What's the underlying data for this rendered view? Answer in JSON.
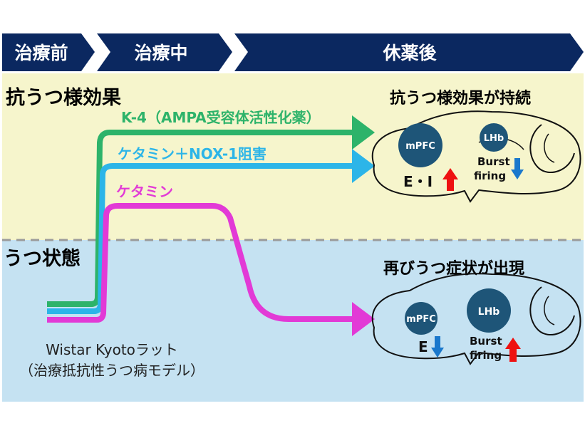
{
  "phases": [
    {
      "label": "治療前"
    },
    {
      "label": "治療中"
    },
    {
      "label": "休薬後"
    }
  ],
  "zones": {
    "antidepressant_label": "抗うつ様効果",
    "depression_label": "うつ状態"
  },
  "pathways": {
    "k4": {
      "label": "K-4（AMPA受容体活性化薬）",
      "color": "#2db36a"
    },
    "ketamine_nox": {
      "label": "ケタミン＋NOX-1阻害",
      "color": "#2cb5e8"
    },
    "ketamine": {
      "label": "ケタミン",
      "color": "#e23ad6"
    }
  },
  "brain_top": {
    "title": "抗うつ様効果が持続",
    "mpfc_label": "mPFC",
    "lhb_label": "LHb",
    "burst_line1": "Burst",
    "burst_line2": "firing",
    "ei_label": "E・I"
  },
  "brain_bottom": {
    "title": "再びうつ症状が出現",
    "mpfc_label": "mPFC",
    "lhb_label": "LHb",
    "burst_line1": "Burst",
    "burst_line2": "firing",
    "e_label": "E"
  },
  "model": {
    "line1": "Wistar Kyotoラット",
    "line2": "（治療抵抗性うつ病モデル）"
  },
  "colors": {
    "header_bg": "#0b2860",
    "top_zone": "#f6f5cc",
    "bottom_zone": "#c5e2f2",
    "node_fill": "#1e5578",
    "arrow_up": "#ee1111",
    "arrow_down": "#1a78cc"
  }
}
